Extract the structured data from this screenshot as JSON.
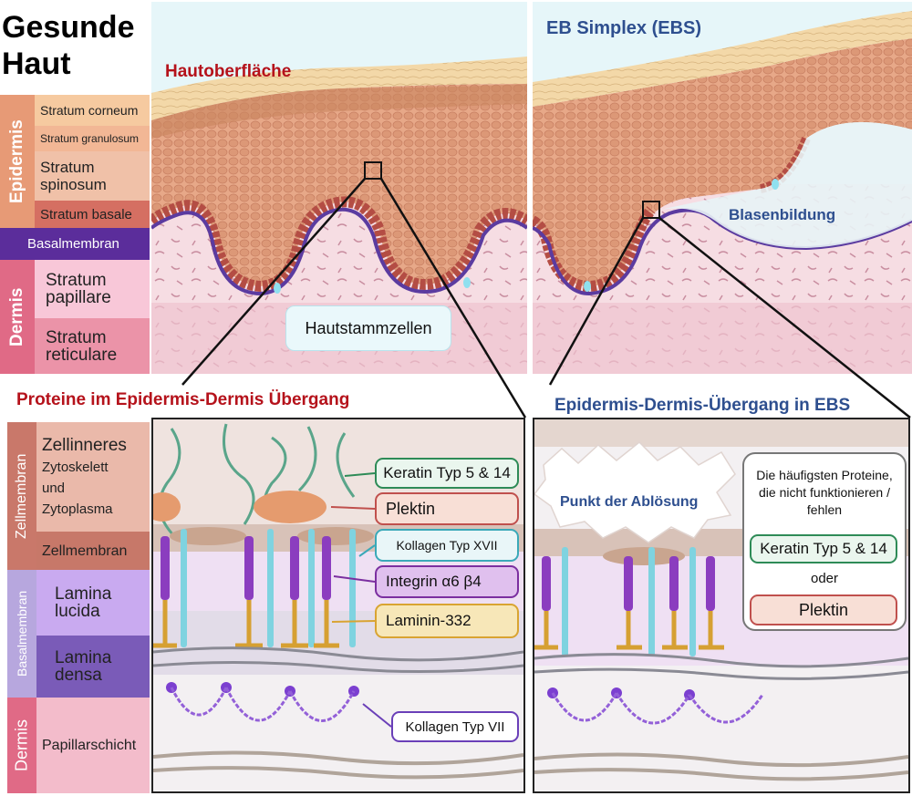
{
  "healthy": {
    "title": "Gesunde Haut",
    "surface_label": "Hautoberfläche",
    "stem_cells_label": "Hautstammzellen"
  },
  "ebs": {
    "title": "EB Simplex (EBS)",
    "blister_label": "Blasenbildung"
  },
  "skin_layers": {
    "epidermis": "Epidermis",
    "stratum_corneum": "Stratum corneum",
    "stratum_granulosum": "Stratum granulosum",
    "stratum_spinosum": "Stratum spinosum",
    "stratum_basale": "Stratum basale",
    "basalmembran": "Basalmembran",
    "dermis": "Dermis",
    "stratum_papillare": "Stratum papillare",
    "stratum_reticulare": "Stratum reticulare"
  },
  "junction_left": {
    "title": "Proteine im Epidermis-Dermis Übergang",
    "zellmembran_group": "Zellmembran",
    "basalmembran_group": "Basalmembran",
    "dermis_group": "Dermis",
    "zellinneres": "Zellinneres",
    "zytoskelett": "Zytoskelett und Zytoplasma",
    "zellmembran": "Zellmembran",
    "lamina_lucida": "Lamina lucida",
    "lamina_densa": "Lamina densa",
    "papillarschicht": "Papillarschicht",
    "proteins": {
      "keratin": "Keratin Typ 5 & 14",
      "plektin": "Plektin",
      "kollagen17": "Kollagen Typ XVII",
      "integrin": "Integrin α6 β4",
      "laminin": "Laminin-332",
      "kollagen7": "Kollagen Typ VII"
    }
  },
  "junction_right": {
    "title": "Epidermis-Dermis-Übergang in EBS",
    "detachment_label": "Punkt der Ablösung",
    "info_text": "Die häufigsten Proteine, die nicht funktionieren / fehlen",
    "keratin": "Keratin Typ 5 & 14",
    "or": "oder",
    "plektin": "Plektin"
  },
  "colors": {
    "red_title": "#b5121b",
    "blue_title": "#2e4f8f",
    "keratin_border": "#2e8b57",
    "plektin_border": "#c0504d",
    "kollagen17_border": "#3aa9b8",
    "integrin_border": "#7b2fa0",
    "laminin_border": "#d9a432",
    "kollagen7_border": "#6a3fb8"
  }
}
